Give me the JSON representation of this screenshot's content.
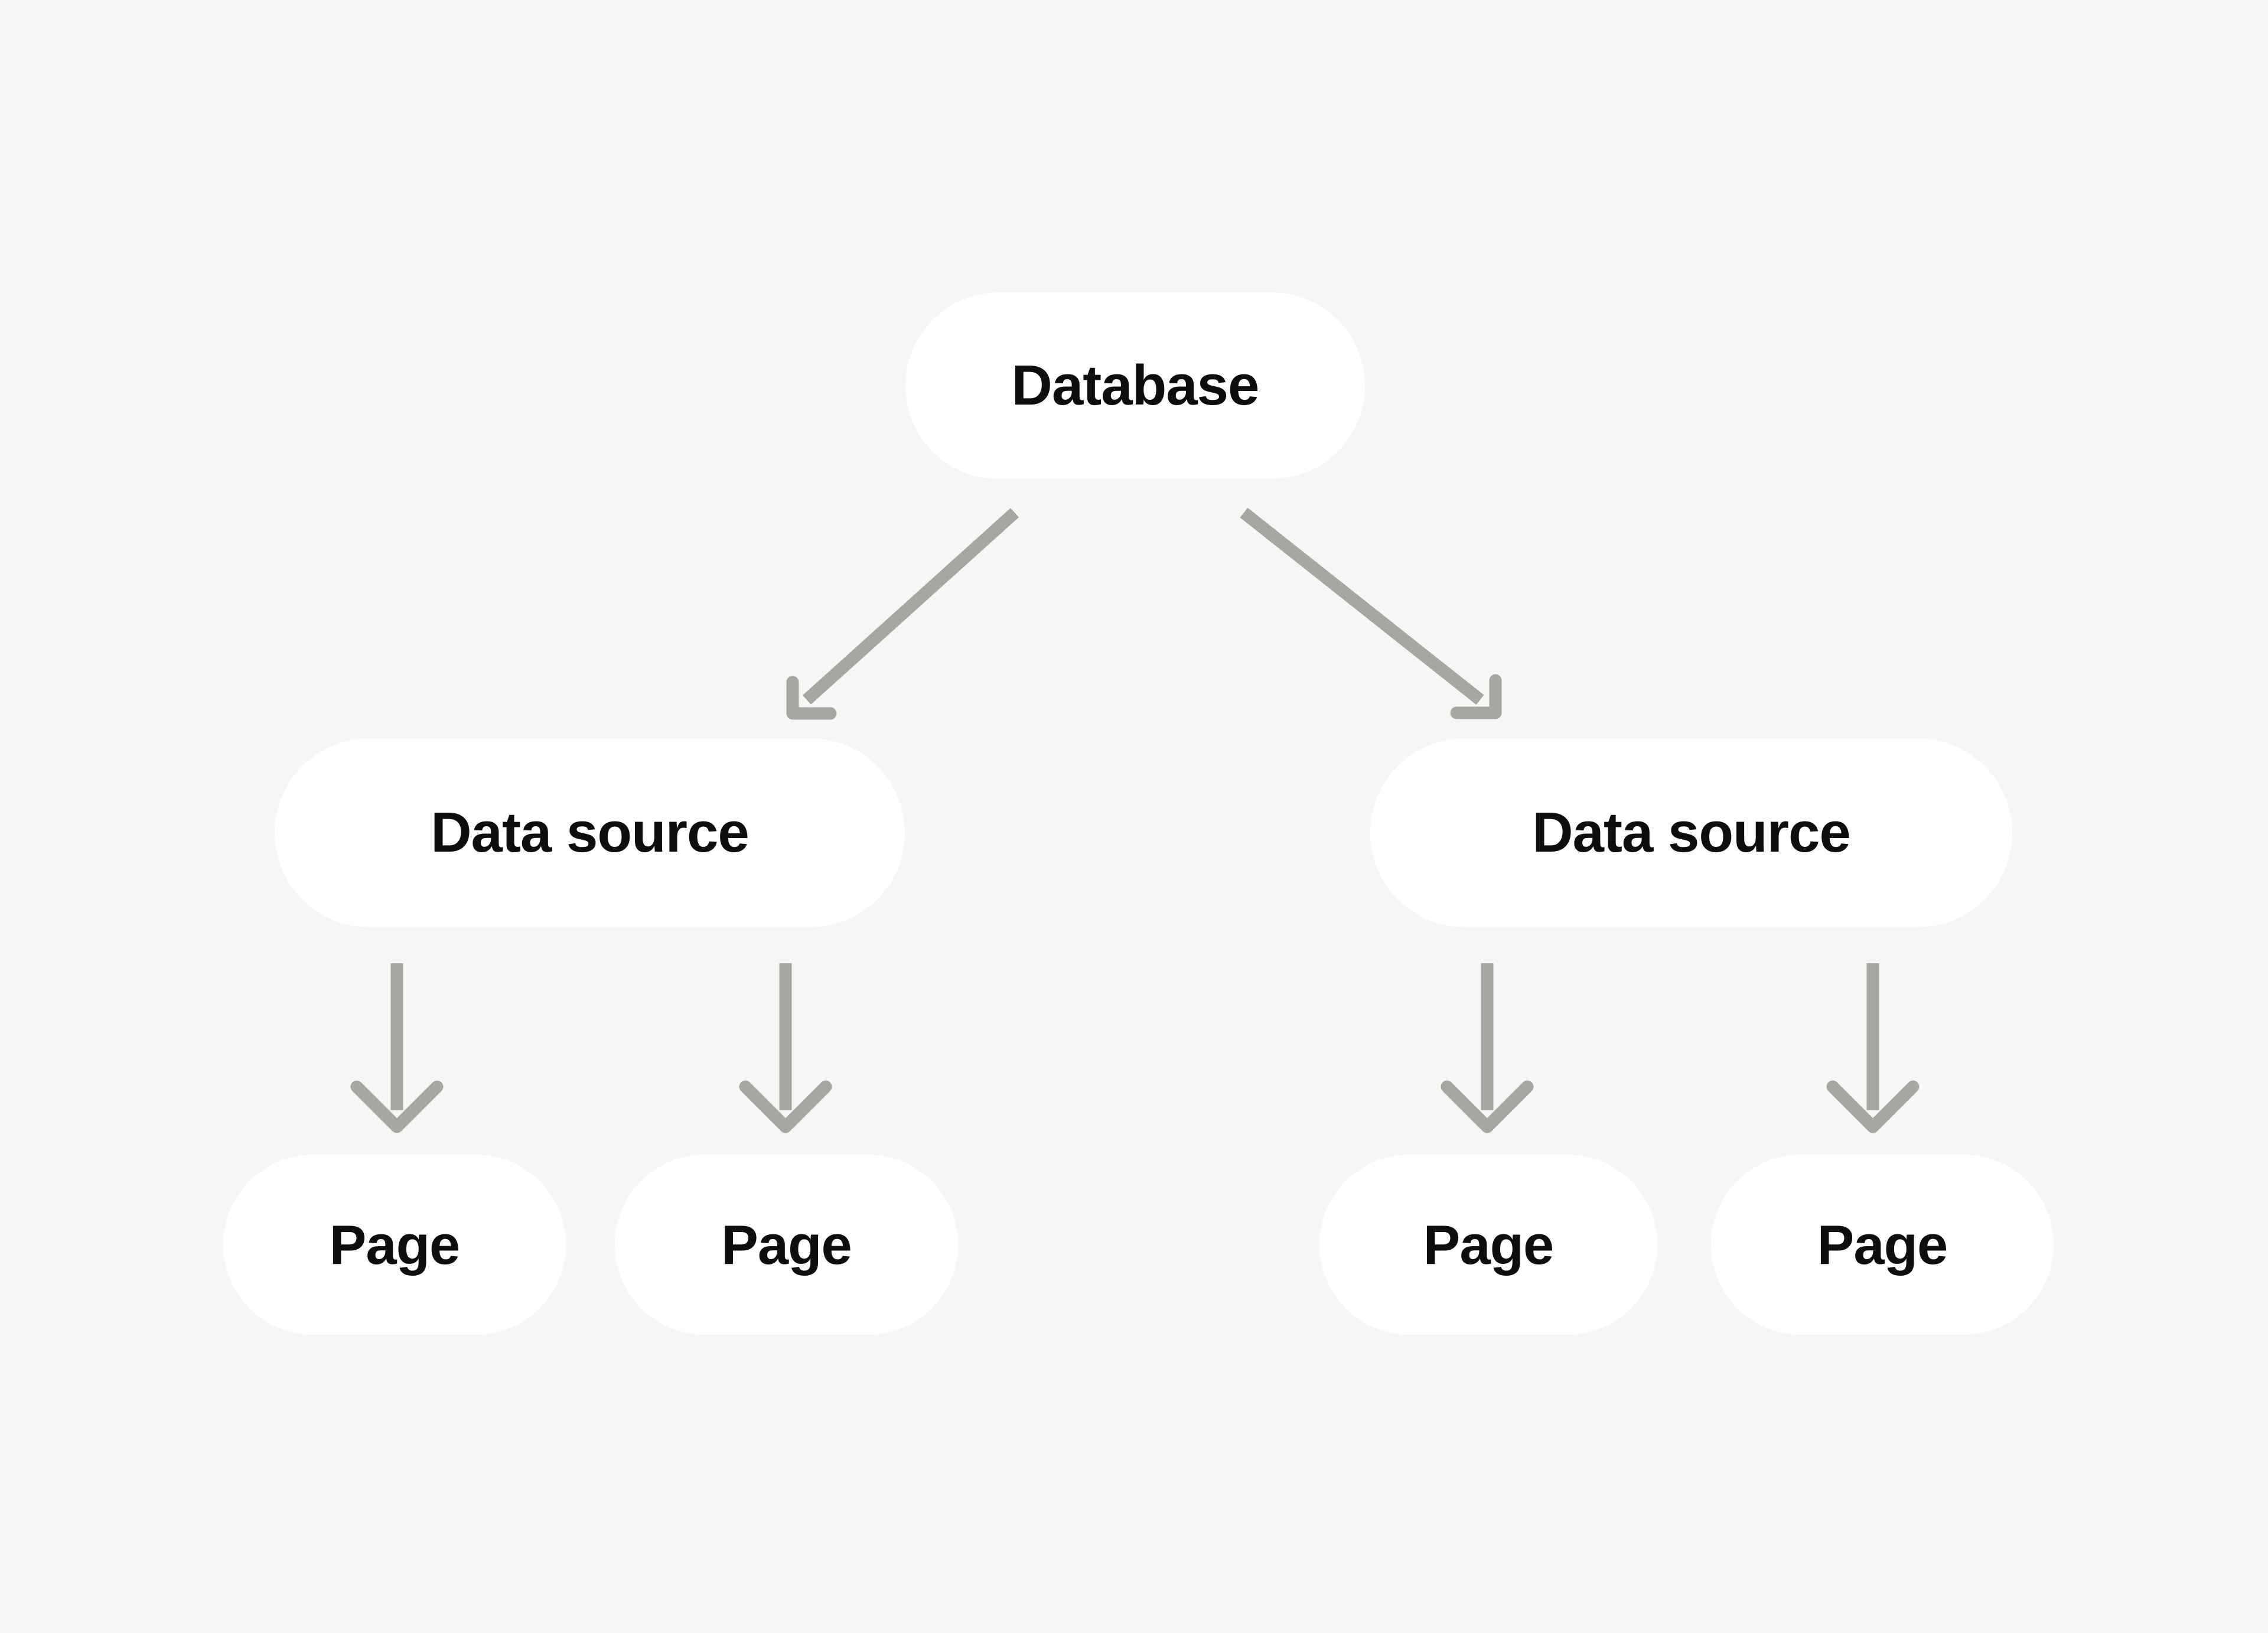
{
  "diagram": {
    "title": "Database to data sources to pages hierarchy",
    "type": "tree",
    "background_color": "#f6f6f5",
    "node_fill_color": "#ffffff",
    "node_text_color": "#0e0e0d",
    "connector_color": "#a6a6a3",
    "levels": [
      {
        "level": 1,
        "name": "database",
        "nodes": [
          {
            "id": "database",
            "label": "Database"
          }
        ]
      },
      {
        "level": 2,
        "name": "data-sources",
        "nodes": [
          {
            "id": "source-left",
            "label": "Data source"
          },
          {
            "id": "source-right",
            "label": "Data source"
          }
        ]
      },
      {
        "level": 3,
        "name": "pages",
        "nodes": [
          {
            "id": "page-1",
            "label": "Page"
          },
          {
            "id": "page-2",
            "label": "Page"
          },
          {
            "id": "page-3",
            "label": "Page"
          },
          {
            "id": "page-4",
            "label": "Page"
          }
        ]
      }
    ],
    "edges": [
      {
        "id": "edge-db-to-source-left",
        "from": "database",
        "to": "source-left",
        "style": "diagonal-arrow",
        "direction": "down-left"
      },
      {
        "id": "edge-db-to-source-right",
        "from": "database",
        "to": "source-right",
        "style": "diagonal-arrow",
        "direction": "down-right"
      },
      {
        "id": "edge-source-left-page-1",
        "from": "source-left",
        "to": "page-1",
        "style": "straight-arrow",
        "direction": "down"
      },
      {
        "id": "edge-source-left-page-2",
        "from": "source-left",
        "to": "page-2",
        "style": "straight-arrow",
        "direction": "down"
      },
      {
        "id": "edge-source-right-page-3",
        "from": "source-right",
        "to": "page-3",
        "style": "straight-arrow",
        "direction": "down"
      },
      {
        "id": "edge-source-right-page-4",
        "from": "source-right",
        "to": "page-4",
        "style": "straight-arrow",
        "direction": "down"
      }
    ]
  }
}
